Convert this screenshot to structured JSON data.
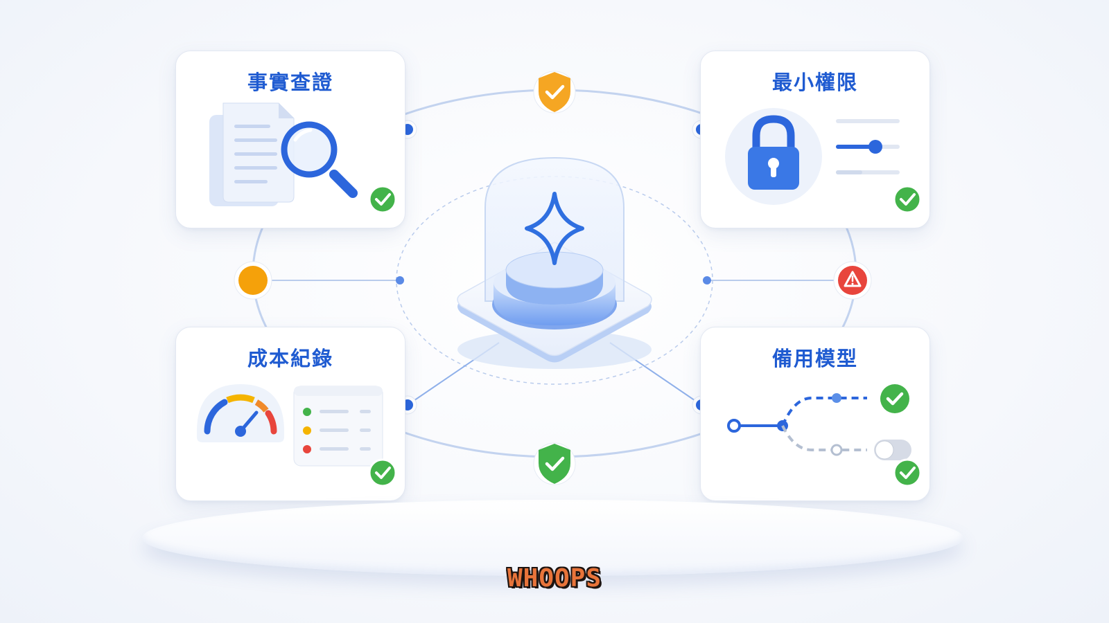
{
  "cards": {
    "fact_check": {
      "title": "事實查證"
    },
    "least_privilege": {
      "title": "最小權限"
    },
    "cost_logging": {
      "title": "成本紀錄"
    },
    "fallback_model": {
      "title": "備用模型"
    }
  },
  "hub": {
    "icon": "sparkle-icon"
  },
  "status_icons": {
    "top": "shield-check-icon",
    "bottom": "shield-check-icon",
    "left": "status-dot",
    "right": "warning-icon"
  },
  "footer": {
    "label": "WHOOPS"
  },
  "colors": {
    "accent": "#1f5bd1",
    "blue": "#2f6fe0",
    "check_green": "#43b34a",
    "shield_yellow": "#f5a623",
    "warning_red": "#e8453c",
    "dot_orange": "#f5a10a"
  }
}
